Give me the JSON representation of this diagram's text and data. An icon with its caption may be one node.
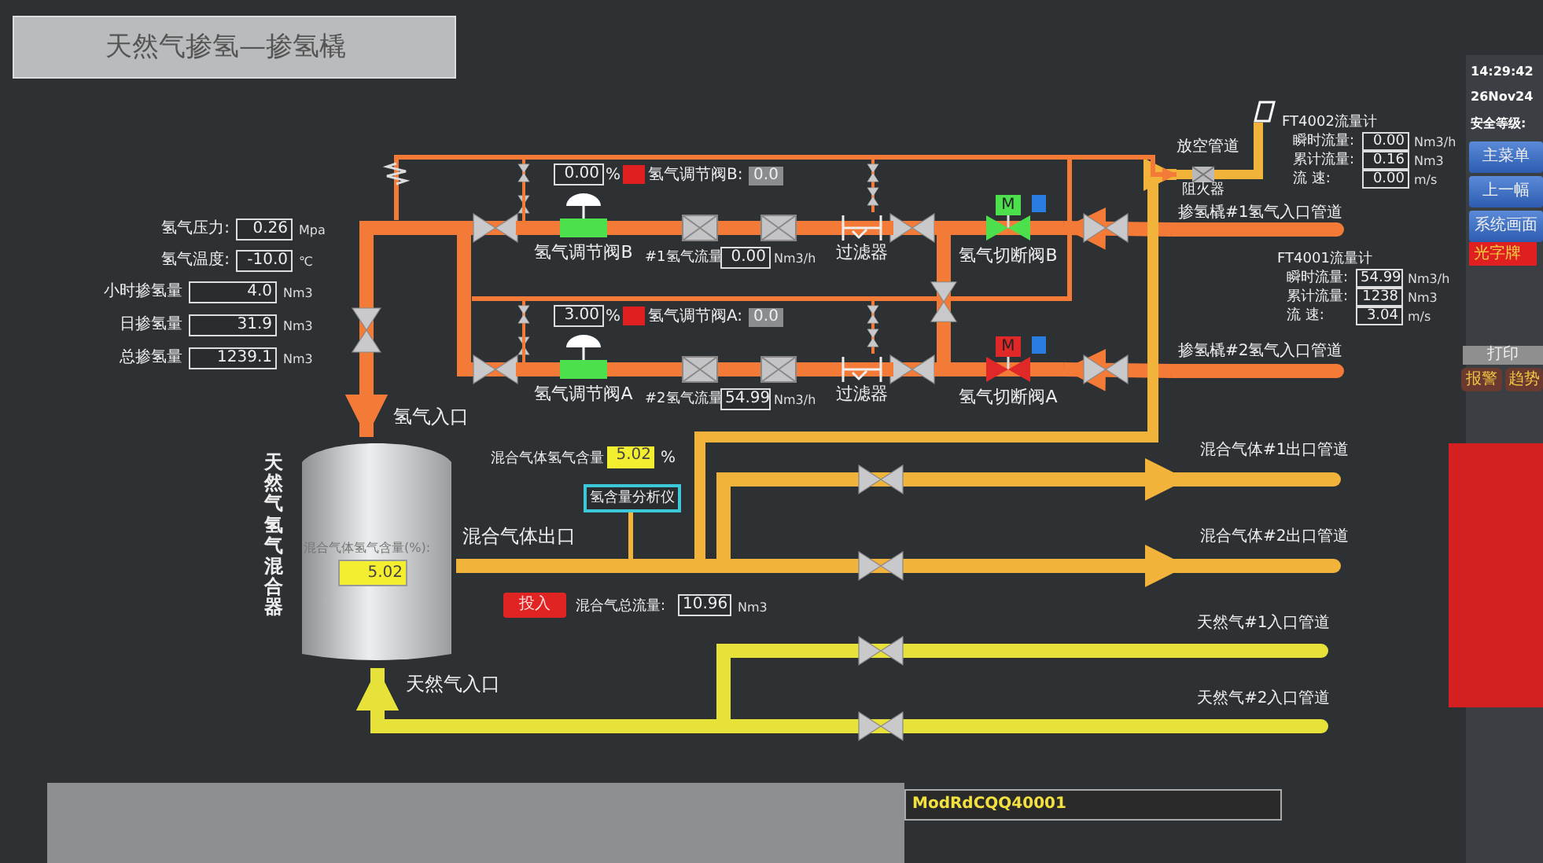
{
  "diagram": {
    "title": "天然气掺氢—掺氢橇",
    "nodes": [
      {
        "text": [
          "天然气氢气混合器",
          "混合气体氢气含量(%):",
          "5.02"
        ]
      },
      {
        "text": [
          "氢气调节阀B"
        ]
      },
      {
        "text": [
          "氢气调节阀A"
        ]
      },
      {
        "text": [
          "过滤器"
        ]
      },
      {
        "text": [
          "过滤器"
        ]
      },
      {
        "text": [
          "M",
          "氢气切断阀B"
        ]
      },
      {
        "text": [
          "M",
          "氢气切断阀A"
        ]
      },
      {
        "text": [
          "阻火器"
        ]
      },
      {
        "text": [],
        "shape": "flag"
      },
      {
        "text": [
          "氢含量分析仪"
        ]
      },
      {
        "text": [
          "掺氢橇#1氢气入口管道"
        ]
      },
      {
        "text": [
          "掺氢橇#2氢气入口管道"
        ]
      },
      {
        "text": [
          "混合气体#1出口管道"
        ]
      },
      {
        "text": [
          "混合气体#2出口管道"
        ]
      },
      {
        "text": [
          "天然气#1入口管道"
        ]
      },
      {
        "text": [
          "天然气#2入口管道"
        ]
      }
    ],
    "edges": [
      {
        "from": 10,
        "to": 5,
        "arrow": "to"
      },
      {
        "from": 5,
        "to": 3,
        "arrow": "none"
      },
      {
        "from": 3,
        "to": 1,
        "arrow": "none"
      },
      {
        "from": 1,
        "to": 0,
        "arrow": "to"
      },
      {
        "from": 11,
        "to": 6,
        "arrow": "to"
      },
      {
        "from": 6,
        "to": 4,
        "arrow": "none"
      },
      {
        "from": 4,
        "to": 2,
        "arrow": "none"
      },
      {
        "from": 2,
        "to": 0,
        "arrow": "to"
      },
      {
        "from": 0,
        "to": 12,
        "arrow": "to",
        "color": "#f2b33a"
      },
      {
        "from": 0,
        "to": 13,
        "arrow": "to",
        "color": "#f2b33a"
      },
      {
        "from": 14,
        "to": 0,
        "arrow": "to",
        "color": "#e6e23a"
      },
      {
        "from": 15,
        "to": 0,
        "arrow": "to",
        "color": "#e6e23a"
      },
      {
        "from": 9,
        "to": null,
        "arrow": "none",
        "color": "#f2b33a"
      },
      {
        "from": 0,
        "to": 7,
        "arrow": "to",
        "color": "#f2b33a"
      },
      {
        "from": 7,
        "to": 8,
        "arrow": "none",
        "color": "#f2b33a"
      },
      {
        "from": null,
        "to": 7,
        "arrow": "to"
      },
      {
        "from": null,
        "to": 7,
        "arrow": "to"
      },
      {
        "from": null,
        "to": 1,
        "arrow": "none"
      },
      {
        "from": null,
        "to": 2,
        "arrow": "none"
      },
      {
        "from": null,
        "to": 3,
        "arrow": "none"
      },
      {
        "from": null,
        "to": 4,
        "arrow": "none"
      },
      {
        "from": 5,
        "to": 6,
        "arrow": "none"
      }
    ],
    "labels": [
      "氢气压力:",
      "0.26",
      "Mpa",
      "氢气温度:",
      "-10.0",
      "℃",
      "小时掺氢量",
      "4.0",
      "Nm3",
      "日掺氢量",
      "31.9",
      "Nm3",
      "总掺氢量",
      "1239.1",
      "Nm3",
      "0.00",
      "%",
      "氢气调节阀B:",
      "0.0",
      "#1氢气流量",
      "0.00",
      "Nm3/h",
      "3.00",
      "%",
      "氢气调节阀A:",
      "0.0",
      "#2氢气流量",
      "54.99",
      "Nm3/h",
      "FT4002流量计",
      "瞬时流量:",
      "0.00",
      "Nm3/h",
      "累计流量:",
      "0.16",
      "Nm3",
      "流 速:",
      "0.00",
      "m/s",
      "FT4001流量计",
      "瞬时流量:",
      "54.99",
      "Nm3/h",
      "累计流量:",
      "1238",
      "Nm3",
      "流 速:",
      "3.04",
      "m/s",
      "放空管道",
      "氢气入口",
      "混合气体氢气含量",
      "5.02",
      "%",
      "混合气体出口",
      "投入",
      "混合气总流量:",
      "10.96",
      "Nm3",
      "天然气入口",
      "14:29:42",
      "26Nov24",
      "安全等级:",
      "主菜单",
      "上一幅",
      "系统画面",
      "光字牌",
      "打印",
      "报警",
      "趋势",
      "ModRdCQQ40001"
    ]
  }
}
